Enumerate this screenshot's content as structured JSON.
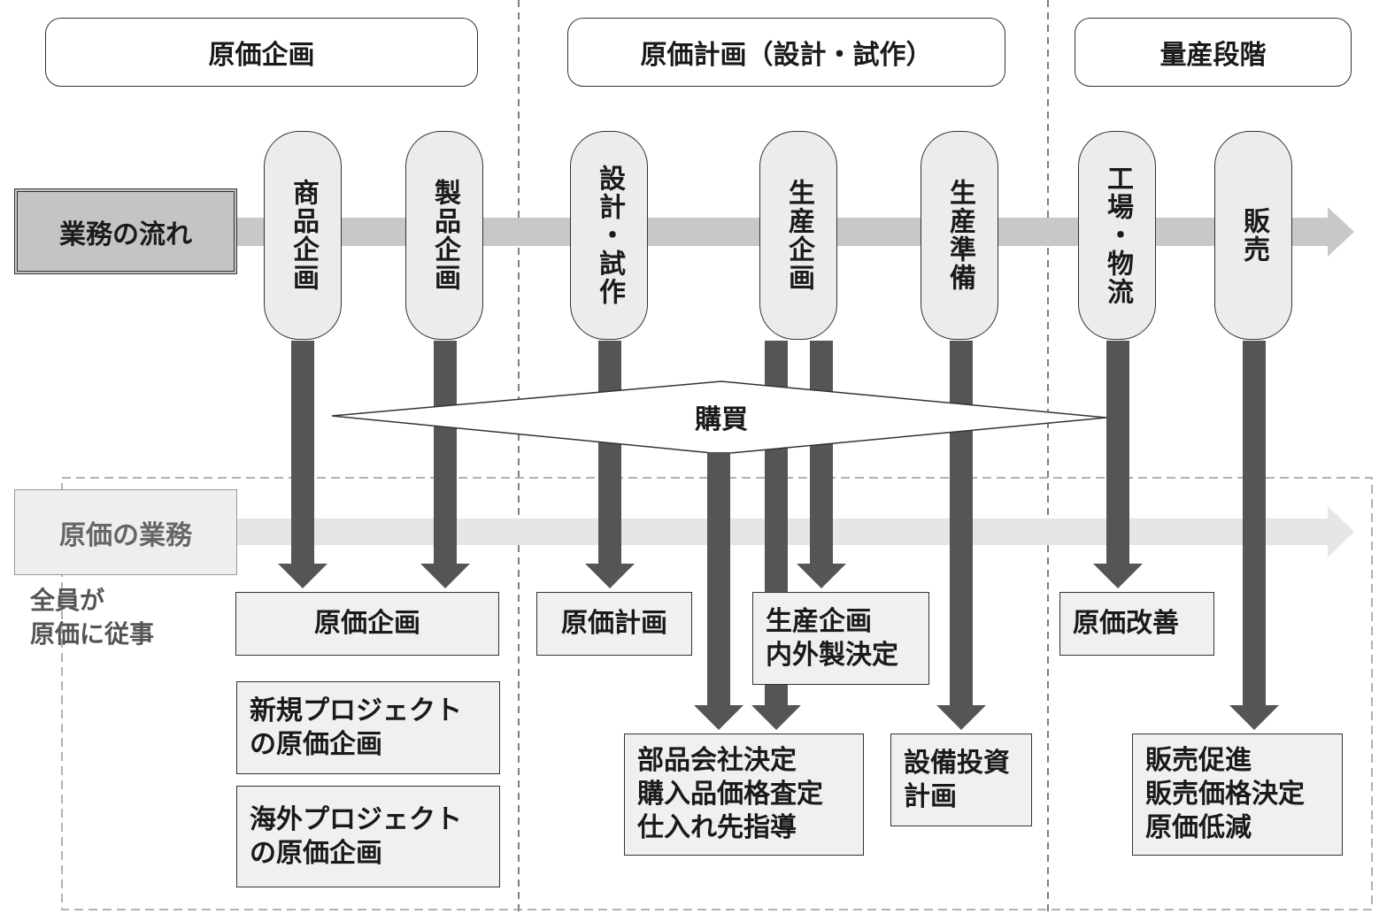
{
  "phases": {
    "planning": "原価企画",
    "design": "原価計画（設計・試作）",
    "mass_production": "量産段階"
  },
  "rows": {
    "business_flow": "業務の流れ",
    "cost_work": "原価の業務",
    "note": "全員が\n原価に従事"
  },
  "steps": [
    "商品企画",
    "製品企画",
    "設計・試作",
    "生産企画",
    "生産準備",
    "工場・物流",
    "販売"
  ],
  "purchasing": "購買",
  "boxes": {
    "cost_planning": "原価企画",
    "new_project": "新規プロジェクト\nの原価企画",
    "overseas_project": "海外プロジェクト\nの原価企画",
    "cost_plan": "原価計画",
    "production_planning": "生産企画\n内外製決定",
    "parts_company": "部品会社決定\n購入品価格査定\n仕入れ先指導",
    "equipment_investment": "設備投資\n計画",
    "cost_improvement": "原価改善",
    "sales": "販売促進\n販売価格決定\n原価低減"
  }
}
